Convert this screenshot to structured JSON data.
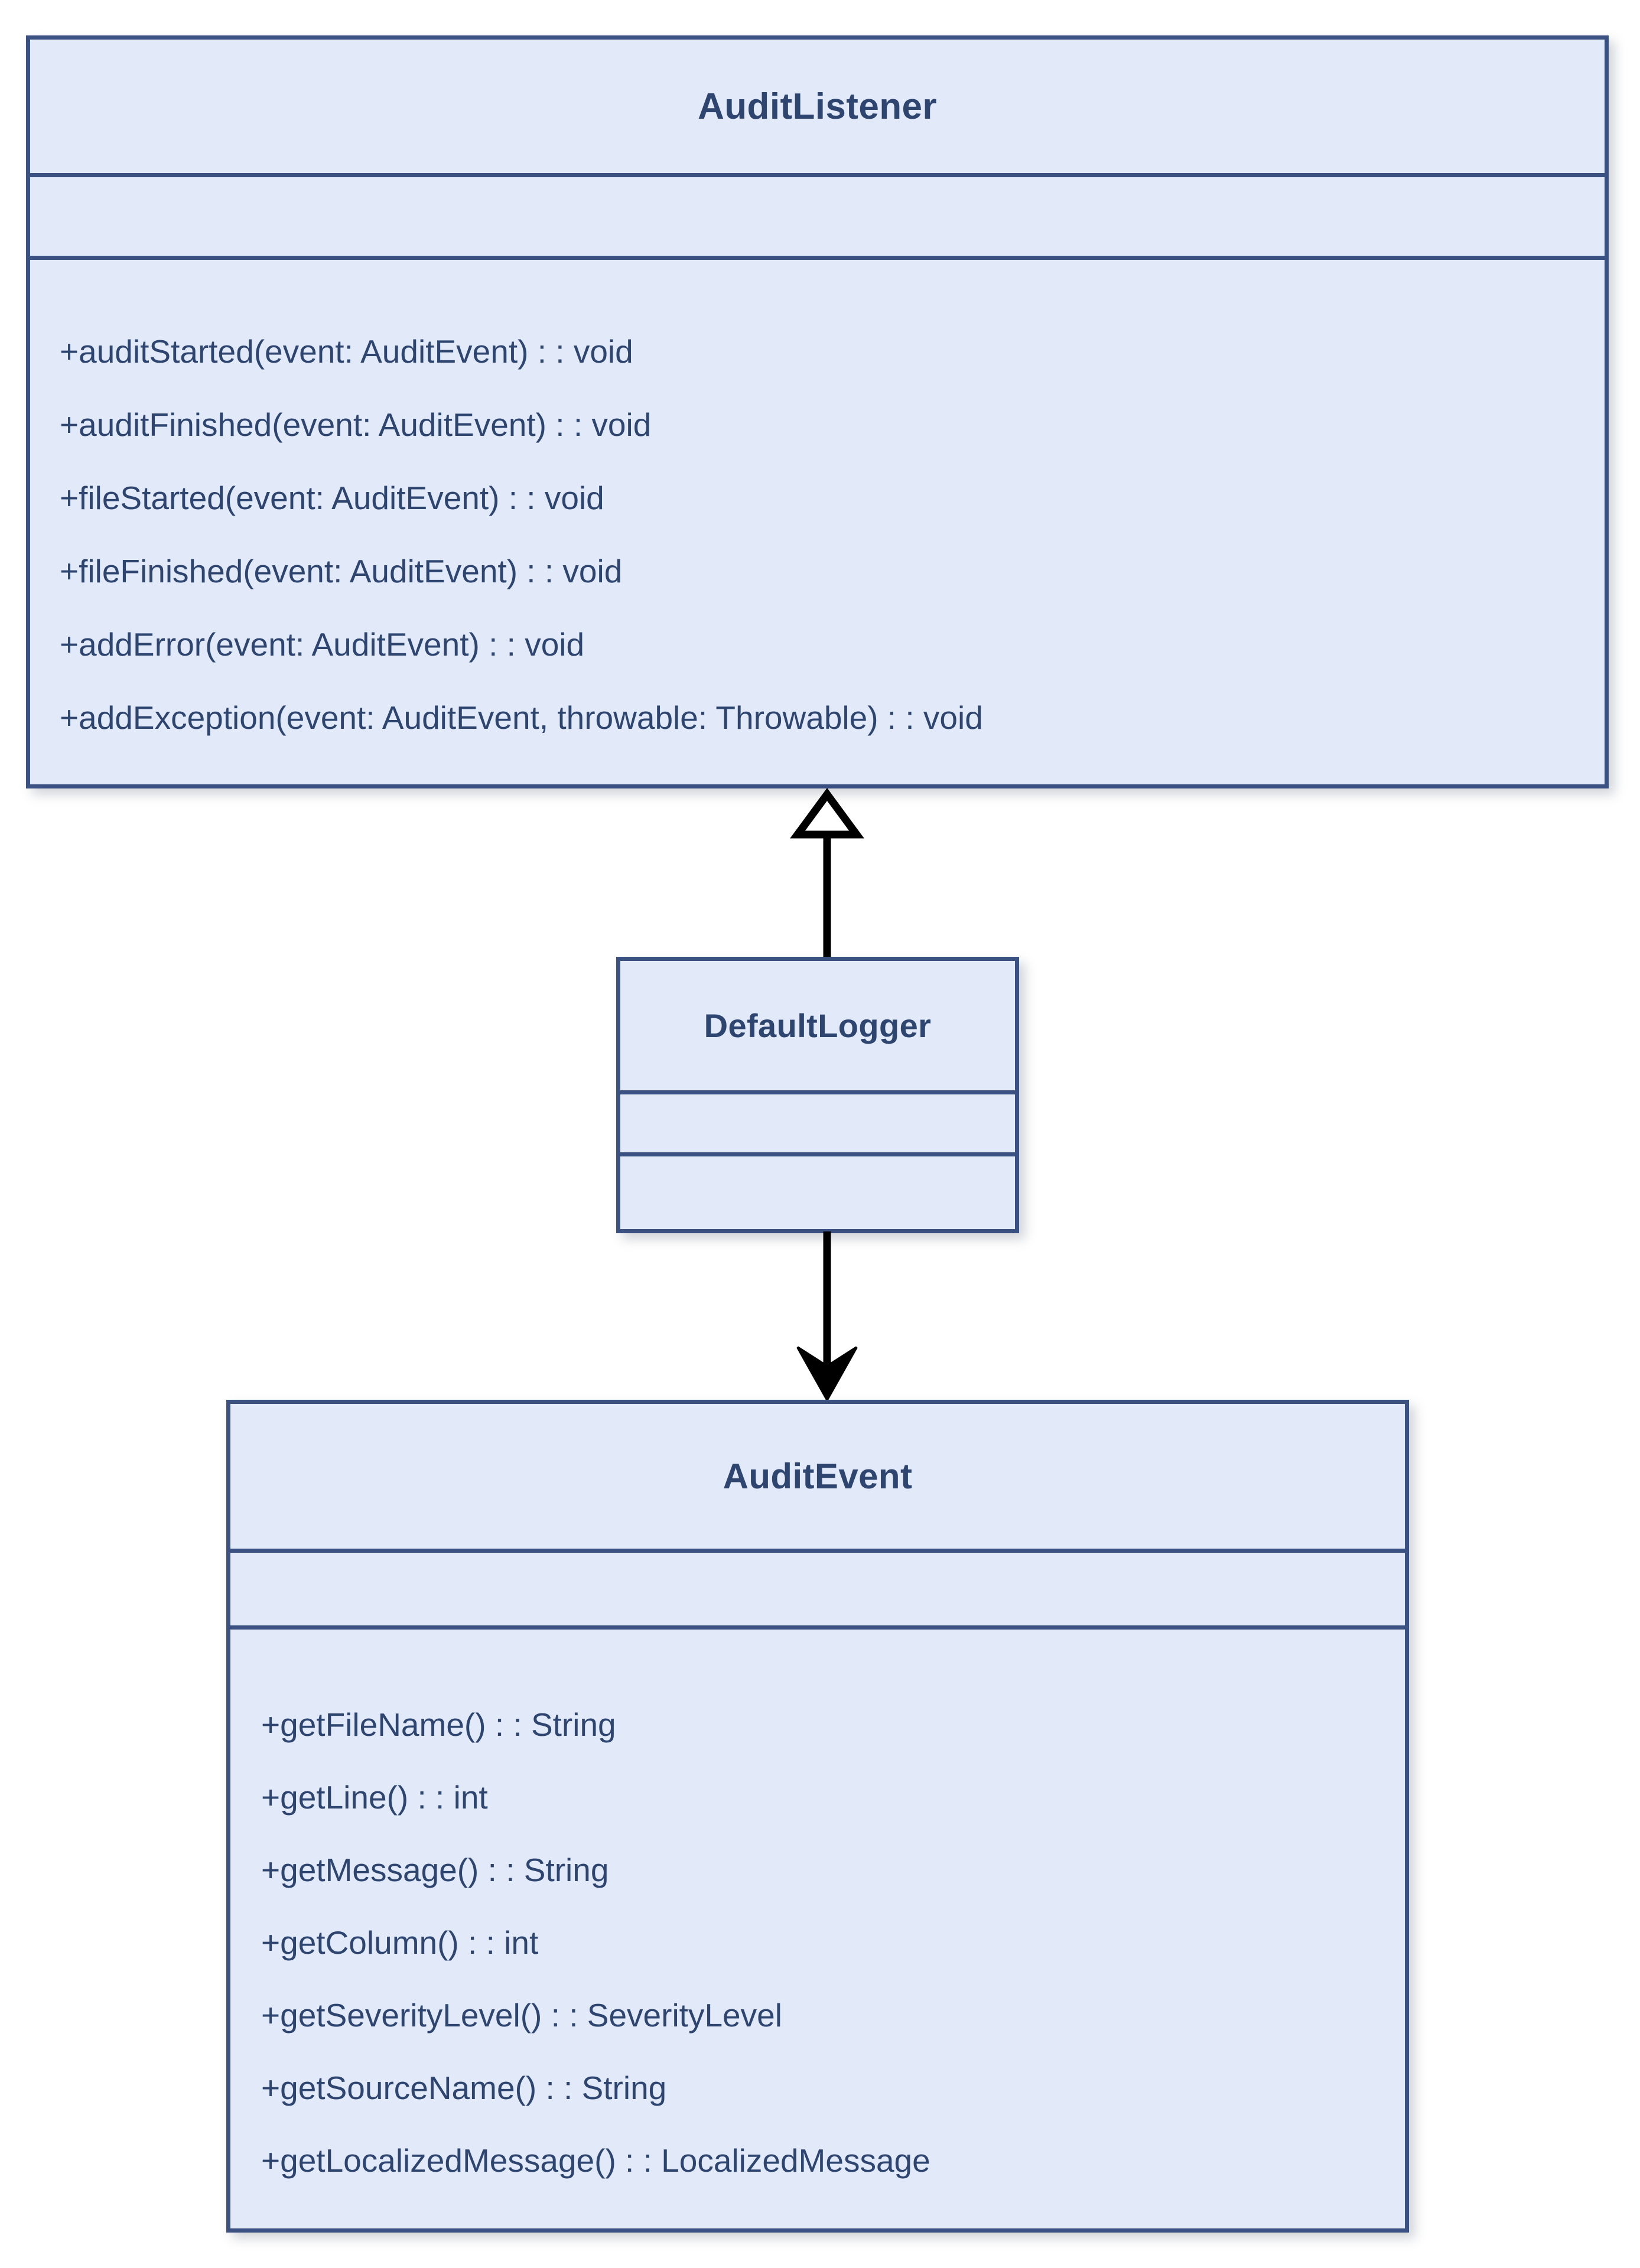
{
  "diagram": {
    "type": "uml-class-diagram",
    "background": "#ffffff",
    "palette": {
      "box_fill": "#e2eafa",
      "box_border": "#3b5181",
      "text": "#2e4570",
      "connector": "#000000"
    },
    "classes": [
      {
        "id": "audit-listener",
        "name": "AuditListener",
        "attributes": [],
        "methods": [
          "+auditStarted(event: AuditEvent) : : void",
          "+auditFinished(event: AuditEvent) : : void",
          "+fileStarted(event: AuditEvent) : : void",
          "+fileFinished(event: AuditEvent) : : void",
          "+addError(event: AuditEvent) : : void",
          "+addException(event: AuditEvent, throwable: Throwable) : : void"
        ]
      },
      {
        "id": "default-logger",
        "name": "DefaultLogger",
        "attributes": [],
        "methods": []
      },
      {
        "id": "audit-event",
        "name": "AuditEvent",
        "attributes": [],
        "methods": [
          "+getFileName() : : String",
          "+getLine() : : int",
          "+getMessage() : : String",
          "+getColumn() : : int",
          "+getSeverityLevel() : : SeverityLevel",
          "+getSourceName() : : String",
          "+getLocalizedMessage() : : LocalizedMessage"
        ]
      }
    ],
    "relationships": [
      {
        "id": "generalization",
        "kind": "generalization",
        "arrowhead": "hollow-triangle",
        "direction": "up",
        "from": "DefaultLogger",
        "to": "AuditListener",
        "label": ""
      },
      {
        "id": "dependency",
        "kind": "dependency",
        "arrowhead": "solid-arrow",
        "direction": "down",
        "from": "DefaultLogger",
        "to": "AuditEvent",
        "label": ""
      }
    ]
  }
}
